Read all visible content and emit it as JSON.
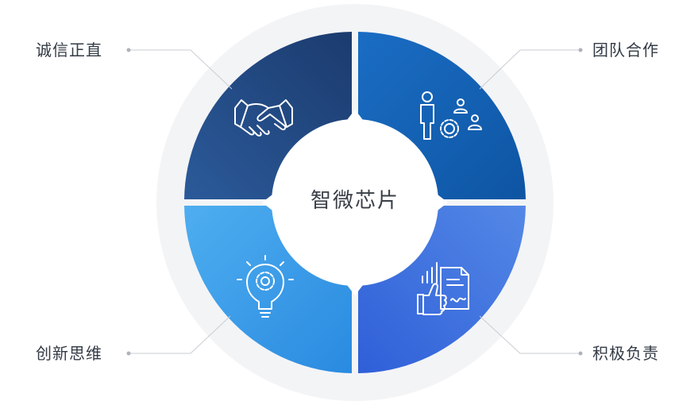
{
  "center": {
    "title": "智微芯片"
  },
  "values": [
    {
      "label": "诚信正直",
      "icon": "handshake-icon"
    },
    {
      "label": "团队合作",
      "icon": "team-gear-icon"
    },
    {
      "label": "创新思维",
      "icon": "lightbulb-gear-icon"
    },
    {
      "label": "积极负责",
      "icon": "thumbs-up-document-icon"
    }
  ],
  "colors": {
    "outer_ring": "#f2f3f5",
    "top_left": "#234a86",
    "top_right": "#1562b6",
    "bottom_left": "#3597e0",
    "bottom_right": "#3d6fdc",
    "connector": "#c8ccd2"
  }
}
